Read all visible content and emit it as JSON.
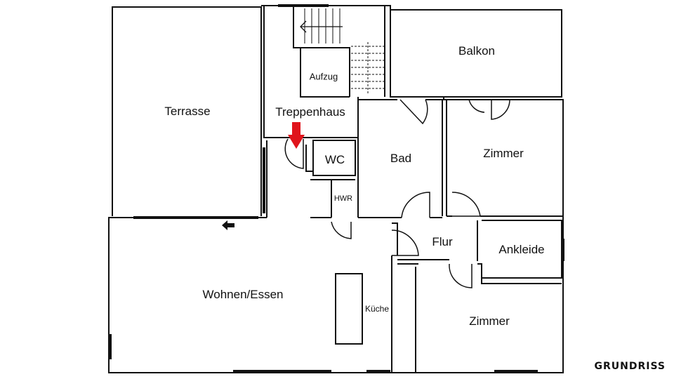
{
  "rooms": {
    "terrasse": "Terrasse",
    "treppenhaus": "Treppenhaus",
    "aufzug": "Aufzug",
    "balkon": "Balkon",
    "wc": "WC",
    "bad": "Bad",
    "zimmer_1": "Zimmer",
    "hwr": "HWR",
    "flur": "Flur",
    "ankleide": "Ankleide",
    "wohnen_essen": "Wohnen/Essen",
    "kueche": "Küche",
    "zimmer_2": "Zimmer"
  },
  "brand": "GRUNDRISS",
  "colors": {
    "wall": "#111111",
    "background": "#ffffff",
    "marker": "#e0141c"
  },
  "icons": {
    "entrance_marker": "red-down-arrow-icon",
    "terrace_access": "black-left-arrow-icon",
    "stairs_direction": "left-arrow-icon"
  }
}
